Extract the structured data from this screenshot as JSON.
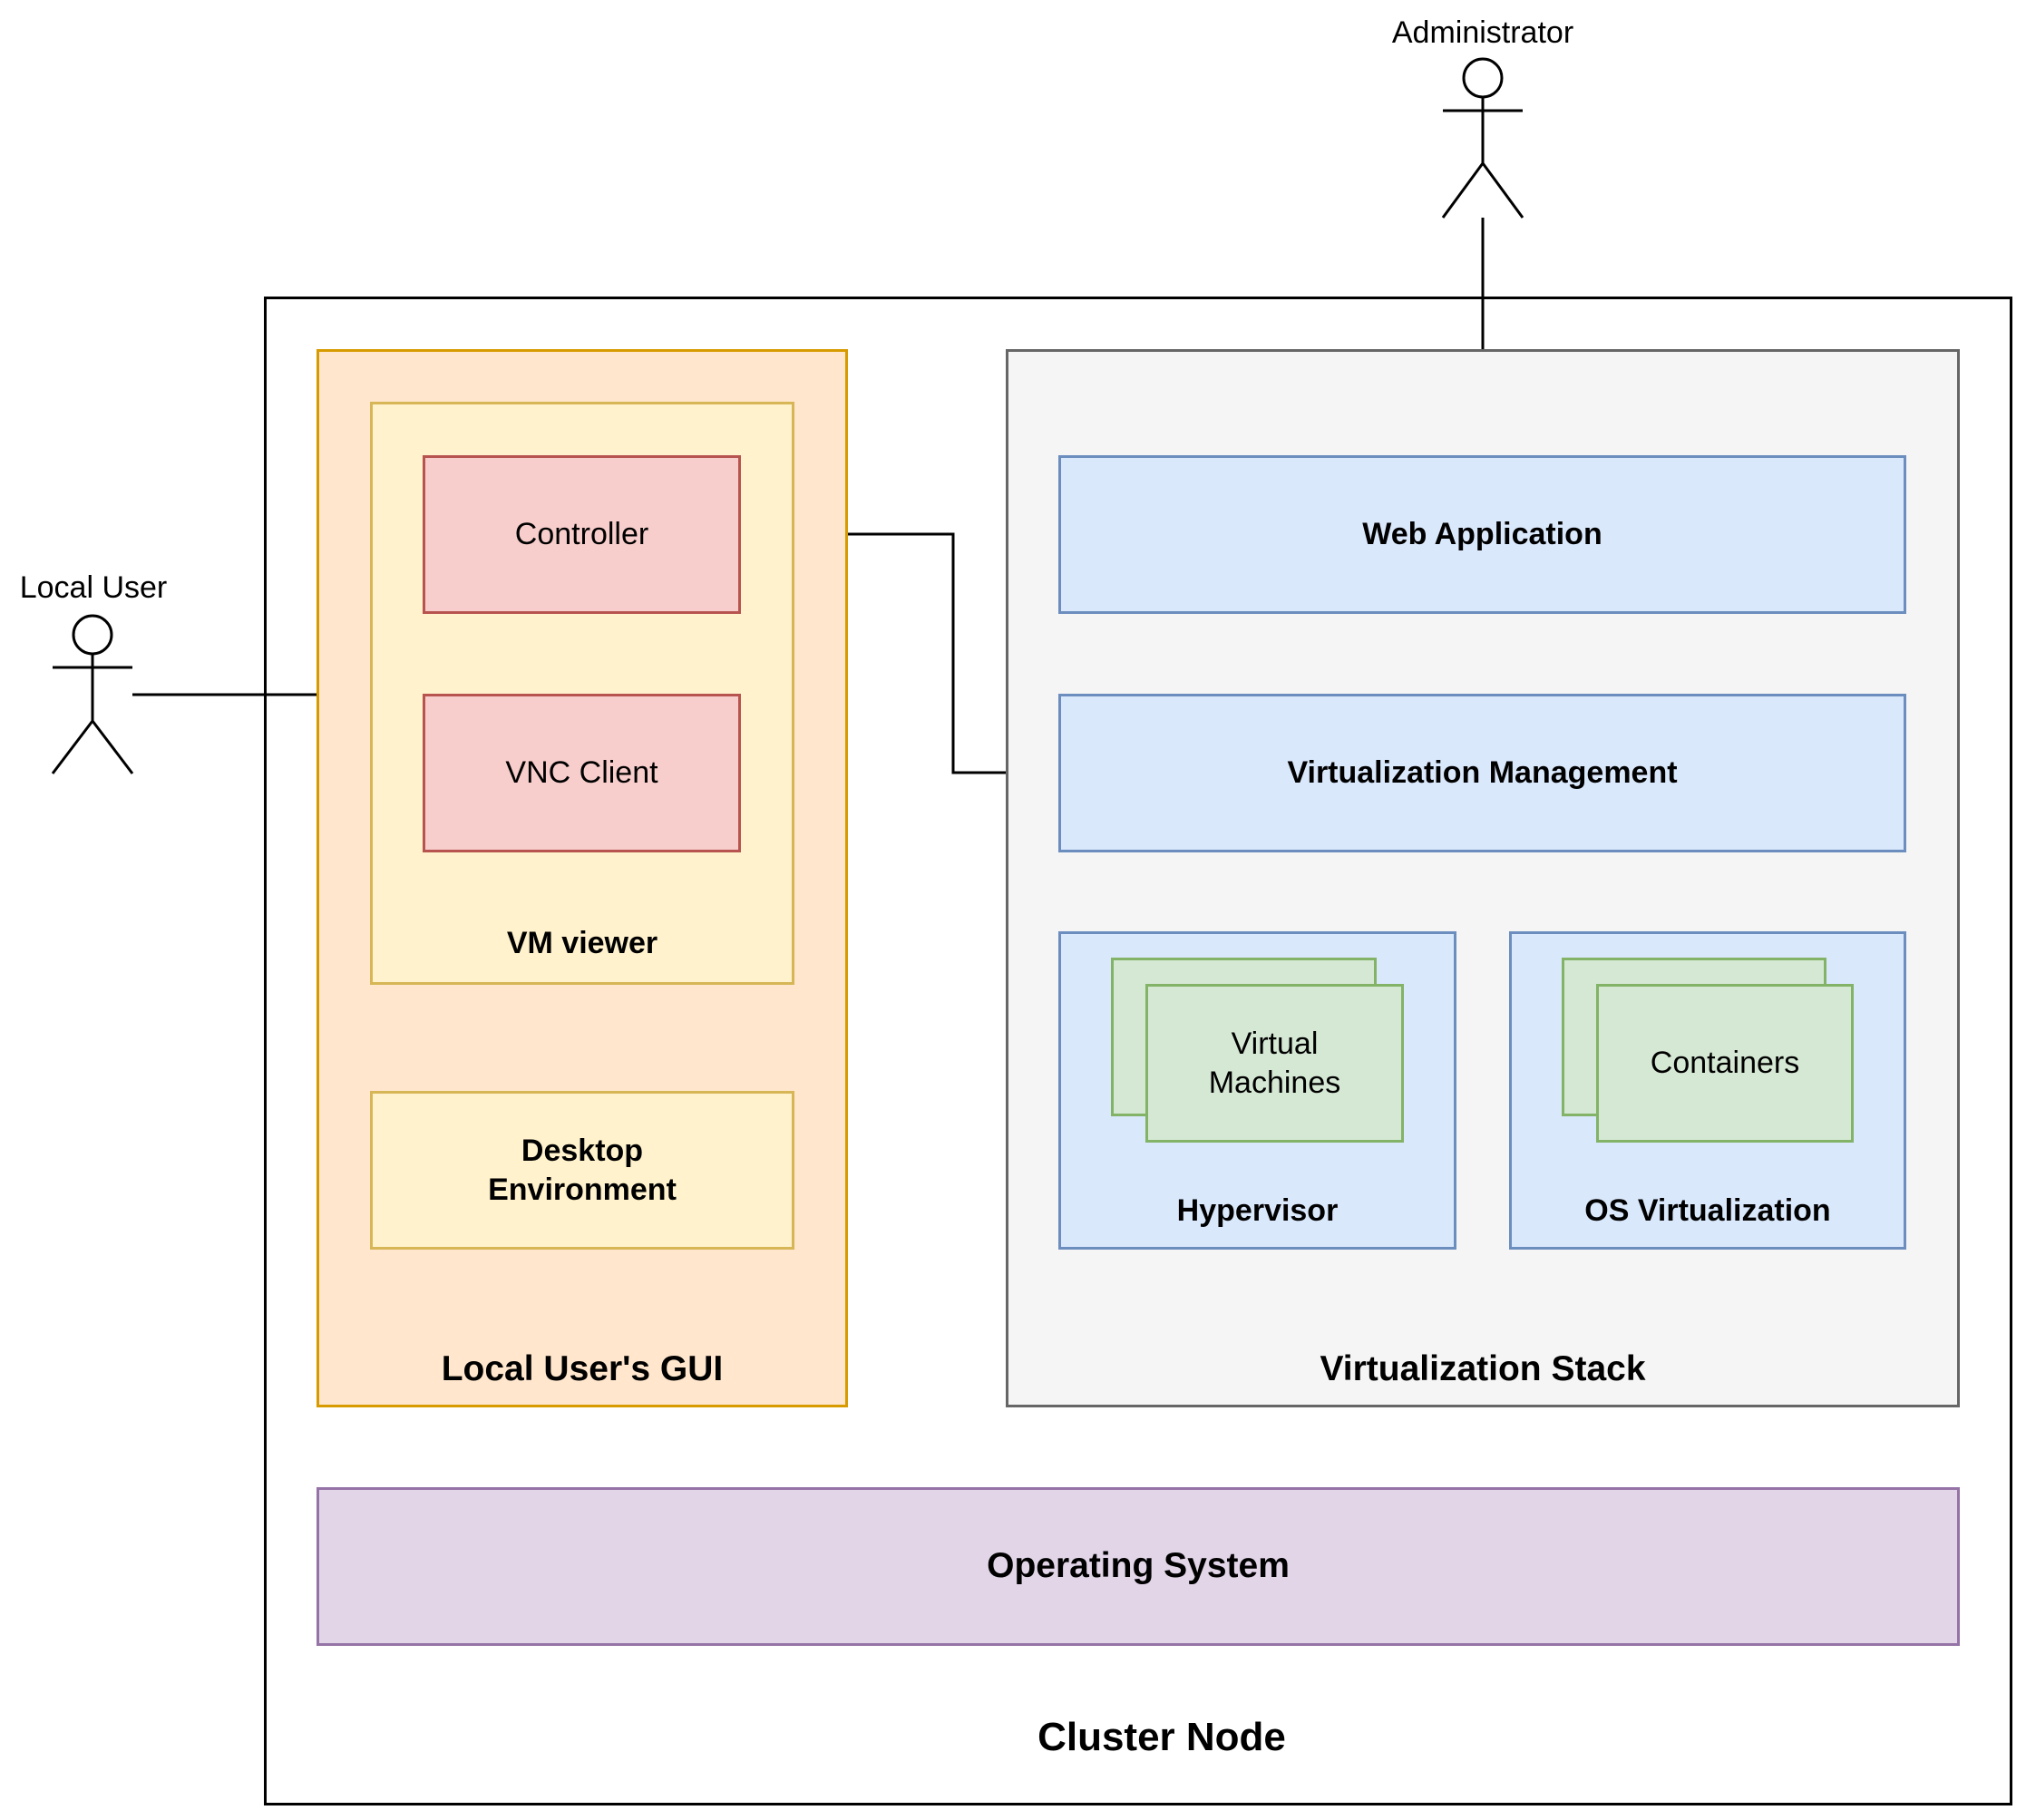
{
  "actors": {
    "administrator": "Administrator",
    "local_user": "Local User"
  },
  "cluster_node": {
    "label": "Cluster Node"
  },
  "local_gui": {
    "label": "Local User's GUI",
    "vm_viewer": {
      "label": "VM viewer",
      "controller": "Controller",
      "vnc_client": "VNC Client"
    },
    "desktop_environment": "Desktop\nEnvironment"
  },
  "virtualization_stack": {
    "label": "Virtualization Stack",
    "web_application": "Web Application",
    "virtualization_management": "Virtualization Management",
    "hypervisor": {
      "label": "Hypervisor",
      "virtual_machines": "Virtual\nMachines"
    },
    "os_virtualization": {
      "label": "OS Virtualization",
      "containers": "Containers"
    }
  },
  "operating_system": "Operating System",
  "colors": {
    "gui_fill": "#ffe6cc",
    "gui_stroke": "#d79b00",
    "viewer_fill": "#fff2cc",
    "viewer_stroke": "#d6b656",
    "red_fill": "#f8cecc",
    "red_stroke": "#b85450",
    "stack_fill": "#f5f5f5",
    "stack_stroke": "#666666",
    "blue_fill": "#dae8fc",
    "blue_stroke": "#6c8ebf",
    "green_fill": "#d5e8d4",
    "green_stroke": "#82b366",
    "os_fill": "#e1d5e7",
    "os_stroke": "#9673a6"
  }
}
